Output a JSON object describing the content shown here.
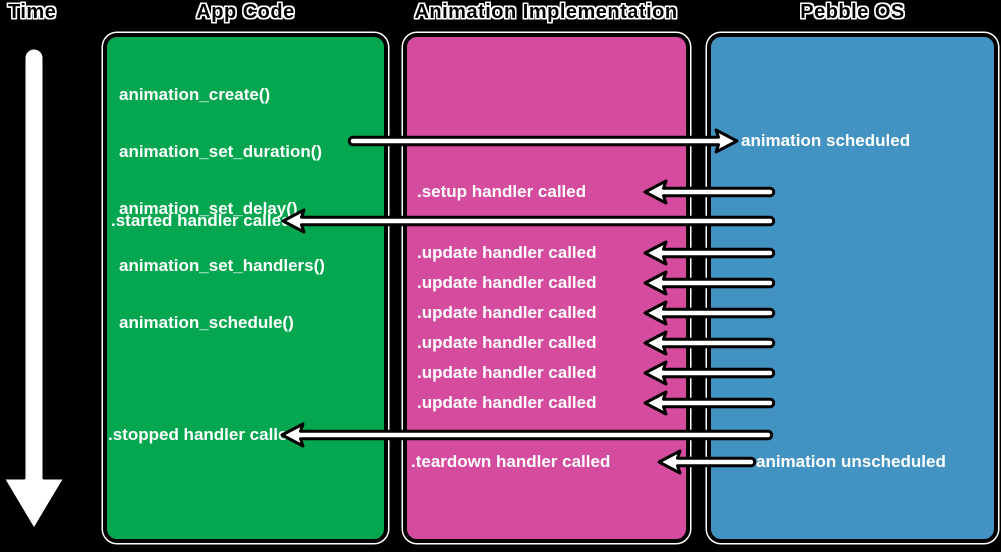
{
  "diagram": {
    "title_row": {
      "time": "Time",
      "app_code": "App Code",
      "implementation": "Animation Implementation",
      "pebble_os": "Pebble OS"
    },
    "app_code": {
      "color": "#04a74f",
      "calls": [
        "animation_create()",
        "animation_set_duration()",
        "animation_set_delay()",
        "animation_set_handlers()",
        "animation_schedule()"
      ],
      "started_label": ".started handler called",
      "stopped_label": ".stopped handler called"
    },
    "implementation": {
      "color": "#d54c9e",
      "setup_label": ".setup handler called",
      "updates": [
        ".update handler called",
        ".update handler called",
        ".update handler called",
        ".update handler called",
        ".update handler called",
        ".update handler called"
      ],
      "teardown_label": ".teardown handler called"
    },
    "pebble_os": {
      "color": "#4292c2",
      "scheduled_label": "animation scheduled",
      "unscheduled_label": "animation unscheduled"
    },
    "flow": [
      {
        "from": "app_code",
        "to": "pebble_os",
        "event": "animation scheduled"
      },
      {
        "from": "pebble_os",
        "to": "implementation",
        "event": ".setup handler called"
      },
      {
        "from": "pebble_os",
        "to": "app_code",
        "event": ".started handler called"
      },
      {
        "from": "pebble_os",
        "to": "implementation",
        "event": ".update handler called x6"
      },
      {
        "from": "pebble_os",
        "to": "app_code",
        "event": ".stopped handler called"
      },
      {
        "from": "pebble_os",
        "to": "implementation",
        "event": ".teardown handler called / animation unscheduled"
      }
    ]
  }
}
